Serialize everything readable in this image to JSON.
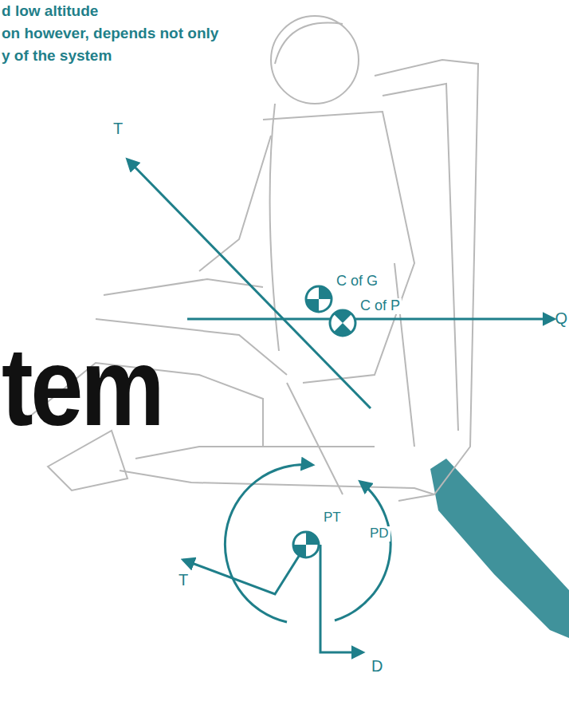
{
  "diagram": {
    "title": "tem",
    "labels": [
      "d low altitude",
      "on however, depends not only",
      "y of the system",
      "T",
      "C of G",
      "C of P",
      "Q",
      "PT",
      "PD",
      "T",
      "D"
    ]
  }
}
